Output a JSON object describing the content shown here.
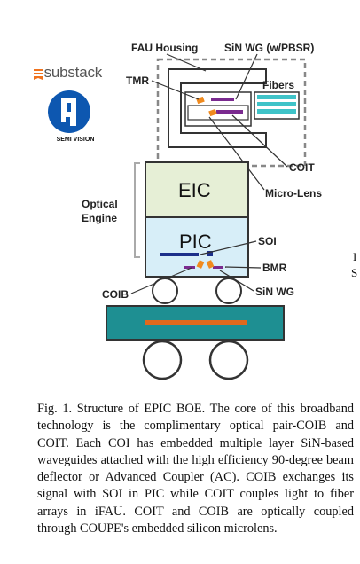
{
  "branding": {
    "substack": "substack",
    "semivision": "SEMI VISION"
  },
  "labels": {
    "fau_housing": "FAU Housing",
    "sin_wg_pbsr": "SiN WG (w/PBSR)",
    "tmr": "TMR",
    "fibers": "Fibers",
    "coit": "COIT",
    "micro_lens": "Micro-Lens",
    "optical": "Optical",
    "engine": "Engine",
    "eic": "EIC",
    "pic": "PIC",
    "soi": "SOI",
    "bmr": "BMR",
    "coib": "COIB",
    "sin_wg": "SiN WG"
  },
  "right_fragment": [
    "I",
    "S"
  ],
  "caption": "Fig. 1. Structure of EPIC BOE. The core of this broadband technology is the complimentary optical pair-COIB and COIT. Each COI has embedded multiple layer SiN-based waveguides attached with the high efficiency 90-degree beam deflector or Advanced Coupler (AC). COIB exchanges its signal with SOI in PIC while COIT couples light to fiber arrays in iFAU. COIT and COIB are optically coupled through COUPE's embedded silicon microlens.",
  "colors": {
    "eic_fill": "#e6efd6",
    "pic_fill": "#d7eef8",
    "substrate_fill": "#1e8f92",
    "substrate_stripe": "#e0691d",
    "fiber_fill": "#3fc3c8",
    "purple": "#7a2a8f",
    "orange": "#f08a1e",
    "blue": "#1c2f8a"
  }
}
